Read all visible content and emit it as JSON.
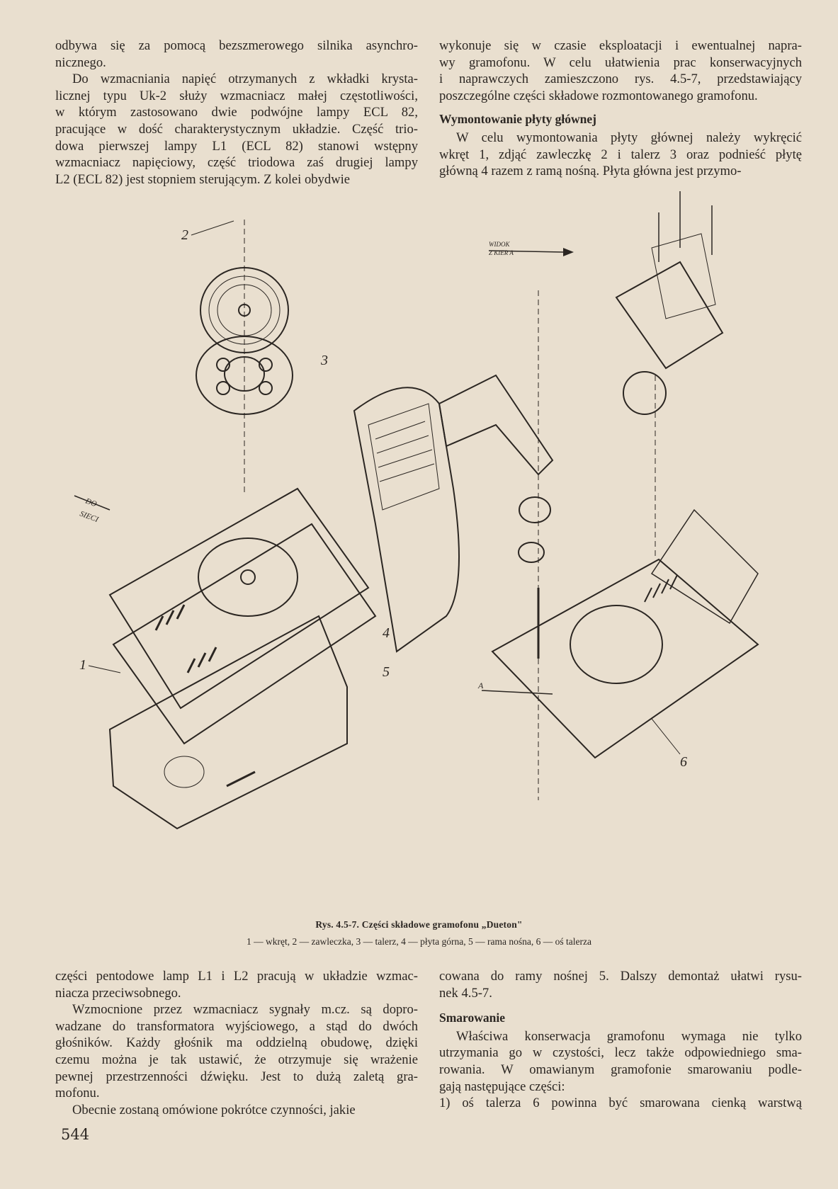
{
  "top_left": {
    "paragraphs": [
      {
        "indent": false,
        "lines": [
          "odbywa się za pomocą bezszmerowego silnika asynchro-",
          "nicznego."
        ]
      },
      {
        "indent": true,
        "lines": [
          "Do wzmacniania napięć otrzymanych z wkładki krysta-",
          "licznej typu Uk-2 służy wzmacniacz małej częstotliwości,",
          "w którym zastosowano dwie podwójne lampy ECL 82,",
          "pracujące w dość charakterystycznym układzie. Część trio-",
          "dowa pierwszej lampy L1 (ECL 82) stanowi wstępny",
          "wzmacniacz napięciowy, część triodowa zaś drugiej lampy",
          "L2 (ECL 82) jest stopniem sterującym. Z kolei obydwie"
        ]
      }
    ]
  },
  "top_right": {
    "paragraph1": [
      "wykonuje się w czasie eksploatacji i ewentualnej napra-",
      "wy gramofonu. W celu ułatwienia prac konserwacyjnych",
      "i naprawczych zamieszczono rys. 4.5-7, przedstawiający",
      "poszczególne części składowe rozmontowanego gramofonu."
    ],
    "heading": "Wymontowanie płyty głównej",
    "paragraph2": [
      "W celu wymontowania płyty głównej należy wykręcić",
      "wkręt 1, zdjąć zawleczkę 2 i talerz 3 oraz podnieść płytę",
      "główną 4 razem z ramą nośną. Płyta główna jest przymo-"
    ]
  },
  "figure": {
    "labels": {
      "n1": "1",
      "n2": "2",
      "n3": "3",
      "n4": "4",
      "n5": "5",
      "n6": "6",
      "a": "A",
      "do_sieci_1": "DO",
      "do_sieci_2": "SIECI",
      "widok_1": "WIDOK",
      "widok_2": "Z KIER A"
    },
    "caption_title": "Rys. 4.5-7. Części składowe gramofonu „Dueton\"",
    "caption_legend": "1 — wkręt, 2 — zawleczka, 3 — talerz, 4 — płyta górna, 5 — rama nośna, 6 — oś talerza"
  },
  "bottom_left": {
    "paragraphs": [
      {
        "indent": false,
        "lines": [
          "części pentodowe lamp L1 i L2 pracują w układzie wzmac-",
          "niacza przeciwsobnego."
        ]
      },
      {
        "indent": true,
        "lines": [
          "Wzmocnione przez wzmacniacz sygnały m.cz. są dopro-",
          "wadzane do transformatora wyjściowego, a stąd do dwóch",
          "głośników. Każdy głośnik ma oddzielną obudowę, dzięki",
          "czemu można je tak ustawić, że otrzymuje się wrażenie",
          "pewnej przestrzenności dźwięku. Jest to dużą zaletą gra-",
          "mofonu."
        ]
      },
      {
        "indent": true,
        "lines": [
          "Obecnie zostaną omówione pokrótce czynności, jakie"
        ]
      }
    ]
  },
  "bottom_right": {
    "paragraph1": [
      "cowana do ramy nośnej 5. Dalszy demontaż ułatwi rysu-",
      "nek 4.5-7."
    ],
    "heading": "Smarowanie",
    "paragraph2": [
      "Właściwa konserwacja gramofonu wymaga nie tylko",
      "utrzymania go w czystości, lecz także odpowiedniego sma-",
      "rowania. W omawianym gramofonie smarowaniu podle-",
      "gają następujące części:"
    ],
    "list_item": "1) oś talerza 6 powinna być smarowana cienką warstwą"
  },
  "page_number": "544"
}
